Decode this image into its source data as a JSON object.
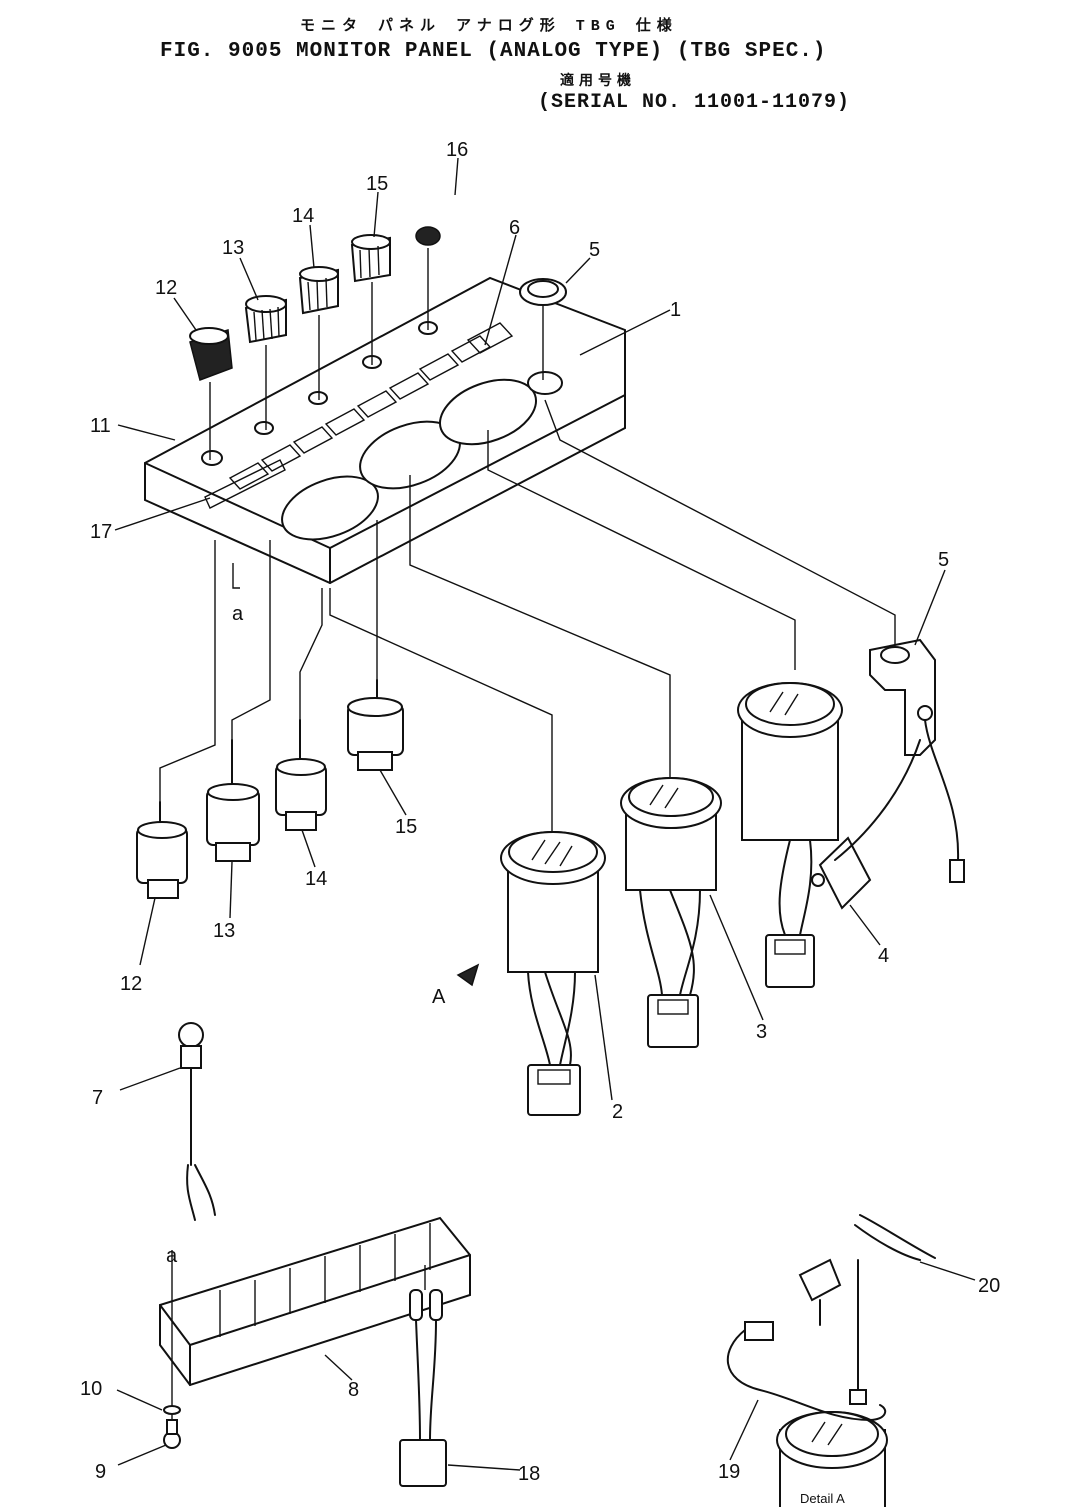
{
  "header": {
    "jp_title": "モニタ パネル アナログ形 TBG 仕様",
    "fig_title": "FIG. 9005  MONITOR PANEL (ANALOG TYPE) (TBG SPEC.)",
    "jp_serial": "適用号機",
    "serial": "(SERIAL NO. 11001-11079)"
  },
  "callouts": {
    "c1": "1",
    "c2": "2",
    "c3": "3",
    "c4": "4",
    "c5a": "5",
    "c5b": "5",
    "c6": "6",
    "c7": "7",
    "c8": "8",
    "c9": "9",
    "c10": "10",
    "c11": "11",
    "c12a": "12",
    "c12b": "12",
    "c13a": "13",
    "c13b": "13",
    "c14a": "14",
    "c14b": "14",
    "c15a": "15",
    "c15b": "15",
    "c16": "16",
    "c17": "17",
    "c18": "18",
    "c19": "19",
    "c20": "20",
    "ref_a1": "a",
    "ref_a2": "a",
    "view_a": "A"
  },
  "detail_label": "Detail A"
}
